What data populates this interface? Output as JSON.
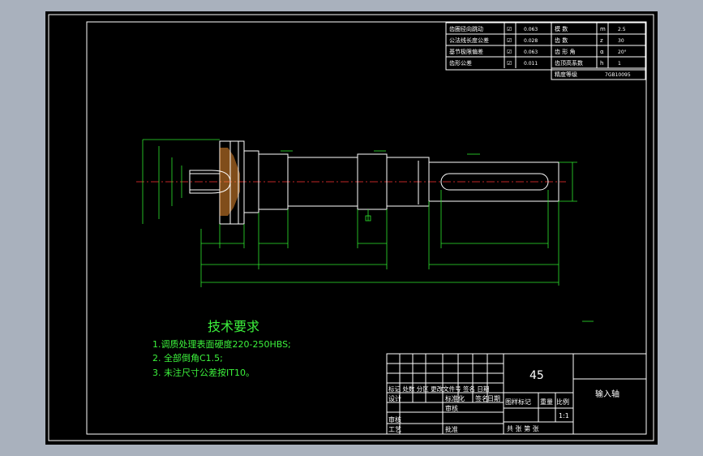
{
  "colors": {
    "background": "#a9b1bd",
    "paper": "#000000",
    "frame": "#ffffff",
    "dimension": "#2ee82e",
    "center_line": "#ff3333",
    "hatch": "#ff9933"
  },
  "gear_params": {
    "rows": [
      {
        "label": "齿圈径向跳动",
        "sym": "☑",
        "val": "0.063"
      },
      {
        "label": "公法线长度公差",
        "sym": "☑",
        "val": "0.028"
      },
      {
        "label": "基节极限偏差",
        "sym": "☑",
        "val": "0.063"
      },
      {
        "label": "齿形公差",
        "sym": "☑",
        "val": "0.011"
      }
    ],
    "right_rows": [
      {
        "label": "模    数",
        "sym": "m",
        "val": "2.5"
      },
      {
        "label": "齿    数",
        "sym": "z",
        "val": "30"
      },
      {
        "label": "齿 形 角",
        "sym": "α",
        "val": "20°"
      },
      {
        "label": "齿顶高系数",
        "sym": "h",
        "val": "1"
      },
      {
        "label": "精度等级",
        "sym": "",
        "val": "7GB10095"
      }
    ]
  },
  "tech": {
    "title": "技术要求",
    "items": [
      "1.调质处理表面硬度220-250HBS;",
      "2. 全部倒角C1.5;",
      "3. 未注尺寸公差按IT10。"
    ]
  },
  "title_block": {
    "material": "45",
    "part_name": "输入轴",
    "scale": "1:1",
    "row_header": "标记 处数 分区 更改文件号 签名 日期",
    "design": "设计",
    "standardize": "标准化",
    "sign": "签名",
    "date": "日期",
    "review": "审核",
    "craft": "工艺",
    "approve": "批准",
    "stage_mark": "图样标记",
    "weight": "重量",
    "ratio": "比例",
    "sheets": "共    张  第    张"
  }
}
